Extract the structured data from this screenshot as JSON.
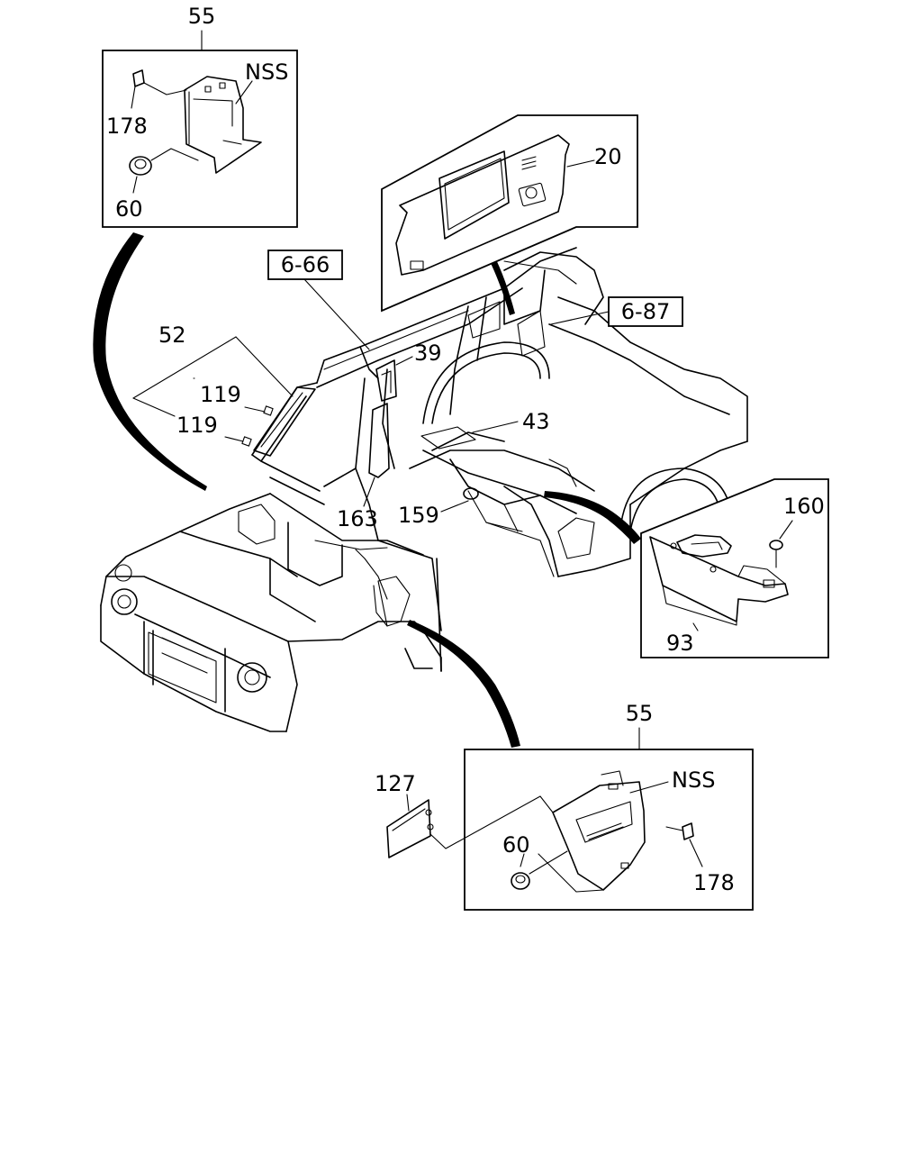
{
  "labels": {
    "top_box_ref": "55",
    "top_nss": "NSS",
    "top_178": "178",
    "top_60": "60",
    "part_20": "20",
    "ref_6_66": "6-66",
    "ref_6_87": "6-87",
    "part_52": "52",
    "part_39": "39",
    "part_119_a": "119",
    "part_119_b": "119",
    "part_43": "43",
    "part_163": "163",
    "part_159": "159",
    "part_160": "160",
    "part_93": "93",
    "bottom_box_ref": "55",
    "part_127": "127",
    "bottom_nss": "NSS",
    "bottom_60": "60",
    "bottom_178": "178"
  }
}
